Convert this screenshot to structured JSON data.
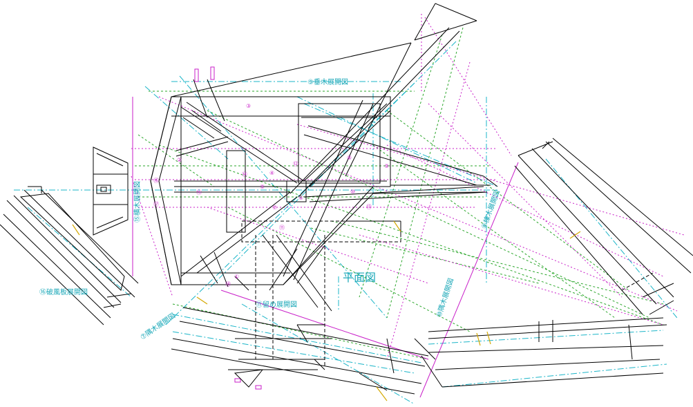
{
  "labels": {
    "plan": "平面図",
    "rafter": "③垂木展開図",
    "hip_rafter": "⑦隅木展開図",
    "lap": "⑪留め展開図",
    "gable_board": "⑯破風板展開図",
    "plank_a": "⑧棟木展開図",
    "plank_b": "⑩隅木展開図",
    "side": "⑮横木展開図"
  },
  "markers": [
    "①",
    "②",
    "③",
    "④",
    "⑤",
    "⑥",
    "⑦",
    "⑧",
    "⑨",
    "⑩",
    "⑪",
    "⑫",
    "⑬",
    "⑭",
    "⑮",
    "⑯",
    "⑰",
    "⑱"
  ],
  "colors": {
    "line": "#000000",
    "cyan": "#1bb5c8",
    "green": "#2aa62a",
    "magenta": "#c81ec8",
    "yellow": "#d4a800"
  }
}
